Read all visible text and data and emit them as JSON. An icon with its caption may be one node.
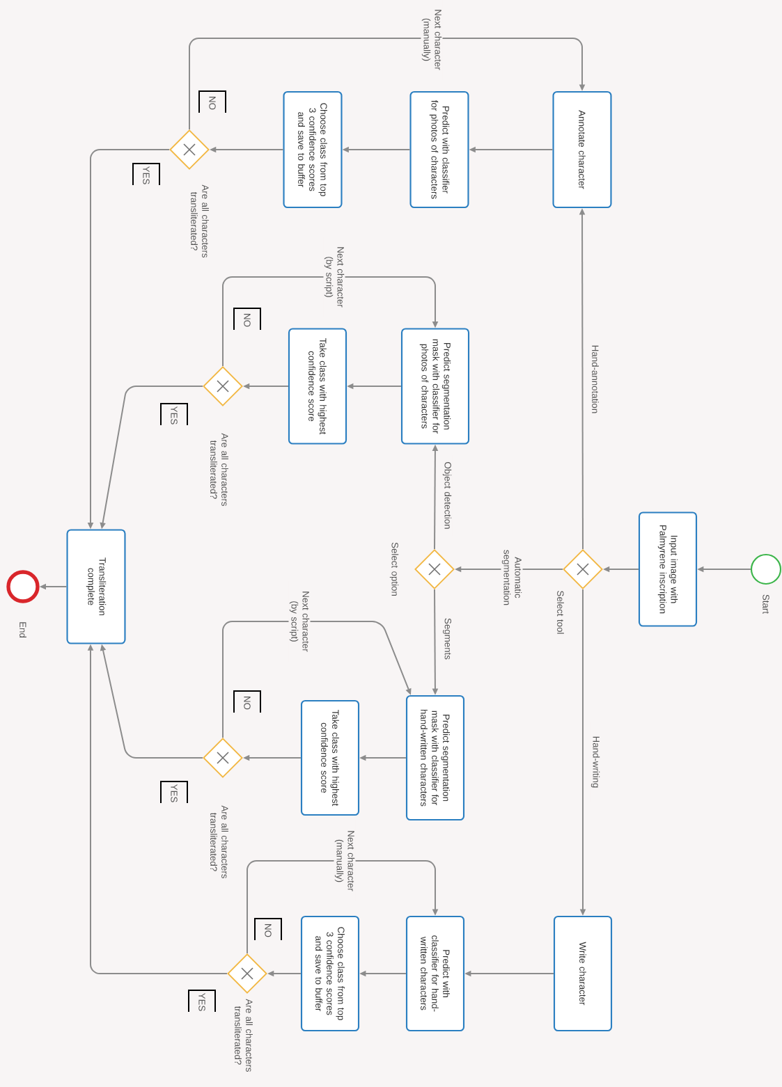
{
  "diagram": {
    "nodes": [
      {
        "text": [],
        "shape": "circle",
        "beside": [
          "Start"
        ]
      },
      {
        "text": [
          "Input image with Palmyrene inscription"
        ]
      },
      {
        "text": [],
        "shape": "diamond",
        "beside": [
          "Select tool"
        ]
      },
      {
        "text": [
          "Annotate character"
        ]
      },
      {
        "text": [
          "Predict with classifier for photos of characters"
        ]
      },
      {
        "text": [
          "Choose class from top 3 confidence scores and save to buffer"
        ]
      },
      {
        "text": [],
        "shape": "diamond",
        "beside": [
          "Are all characters transliterated?"
        ]
      },
      {
        "text": [],
        "shape": "diamond",
        "beside": [
          "Select option"
        ]
      },
      {
        "text": [
          "Predict segmentation mask with classifier for photos of characters"
        ]
      },
      {
        "text": [
          "Take class with highest confidence score"
        ]
      },
      {
        "text": [],
        "shape": "diamond",
        "beside": [
          "Are all characters transliterated?"
        ]
      },
      {
        "text": [
          "Predict segmentation mask with classifier for hand-written characters"
        ]
      },
      {
        "text": [
          "Take class with highest confidence score"
        ]
      },
      {
        "text": [],
        "shape": "diamond",
        "beside": [
          "Are all characters transliterated?"
        ]
      },
      {
        "text": [
          "Write character"
        ]
      },
      {
        "text": [
          "Predict with classifier for hand-written characters"
        ]
      },
      {
        "text": [
          "Choose class from top 3 confidence scores and save to buffer"
        ]
      },
      {
        "text": [],
        "shape": "diamond",
        "beside": [
          "Are all characters transliterated?"
        ]
      },
      {
        "text": [
          "Transliteration complete"
        ]
      },
      {
        "text": [],
        "shape": "circle",
        "beside": [
          "End"
        ]
      }
    ],
    "edges": [
      {
        "from": 0,
        "to": 1,
        "arrow": "to"
      },
      {
        "from": 1,
        "to": 2,
        "arrow": "to"
      },
      {
        "from": 2,
        "to": 3,
        "arrow": "to",
        "label": "Hand-annotation"
      },
      {
        "from": 2,
        "to": 7,
        "arrow": "to",
        "label": "Automatic segmentation"
      },
      {
        "from": 2,
        "to": 14,
        "arrow": "to",
        "label": "Hand-writing"
      },
      {
        "from": 3,
        "to": 4,
        "arrow": "to"
      },
      {
        "from": 4,
        "to": 5,
        "arrow": "to"
      },
      {
        "from": 5,
        "to": 6,
        "arrow": "to"
      },
      {
        "from": 6,
        "to": 3,
        "arrow": "to",
        "label": "Next character (manually)"
      },
      {
        "from": 6,
        "to": 18,
        "arrow": "to"
      },
      {
        "from": 7,
        "to": 8,
        "arrow": "to",
        "label": "Object detection"
      },
      {
        "from": 7,
        "to": 11,
        "arrow": "to",
        "label": "Segments"
      },
      {
        "from": 8,
        "to": 9,
        "arrow": "to"
      },
      {
        "from": 9,
        "to": 10,
        "arrow": "to"
      },
      {
        "from": 10,
        "to": 8,
        "arrow": "to",
        "label": "Next character (by script)"
      },
      {
        "from": 10,
        "to": 18,
        "arrow": "to"
      },
      {
        "from": 11,
        "to": 12,
        "arrow": "to"
      },
      {
        "from": 12,
        "to": 13,
        "arrow": "to"
      },
      {
        "from": 13,
        "to": 11,
        "arrow": "to",
        "label": "Next character (by script)"
      },
      {
        "from": 13,
        "to": 18,
        "arrow": "to"
      },
      {
        "from": 14,
        "to": 15,
        "arrow": "to"
      },
      {
        "from": 15,
        "to": 16,
        "arrow": "to"
      },
      {
        "from": 16,
        "to": 17,
        "arrow": "to"
      },
      {
        "from": 17,
        "to": 15,
        "arrow": "to",
        "label": "Next character (manually)"
      },
      {
        "from": 17,
        "to": 18,
        "arrow": "to"
      },
      {
        "from": 18,
        "to": 19,
        "arrow": "to"
      }
    ],
    "labels": [
      "NO",
      "YES",
      "NO",
      "YES",
      "NO",
      "YES",
      "NO",
      "YES"
    ]
  }
}
